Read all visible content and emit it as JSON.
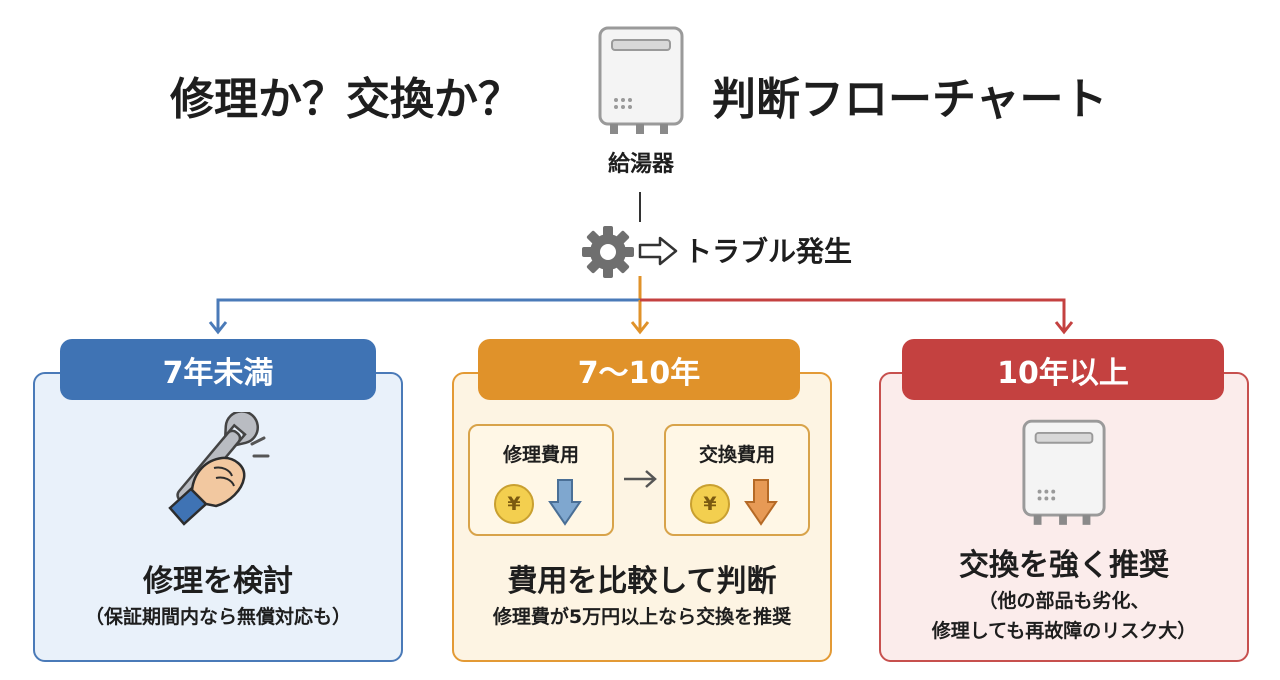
{
  "title": {
    "left": "修理か？交換か？",
    "right": "判断フローチャート"
  },
  "heater": {
    "label": "給湯器",
    "icon": "water-heater-icon"
  },
  "trouble": {
    "label": "トラブル発生",
    "icon": "gear-icon"
  },
  "colors": {
    "blue": "#3f73b4",
    "orange": "#e0922a",
    "red": "#c44140"
  },
  "branches": [
    {
      "header": "7年未満",
      "main": "修理を検討",
      "sub": "（保証期間内なら無償対応も）",
      "icon": "wrench-hand-icon"
    },
    {
      "header": "7〜10年",
      "repair_cost_label": "修理費用",
      "replace_cost_label": "交換費用",
      "yen_symbol": "¥",
      "main": "費用を比較して判断",
      "sub": "修理費が5万円以上なら交換を推奨"
    },
    {
      "header": "10年以上",
      "main": "交換を強く推奨",
      "sub_line1": "（他の部品も劣化、",
      "sub_line2": "修理しても再故障のリスク大）",
      "icon": "water-heater-icon"
    }
  ]
}
